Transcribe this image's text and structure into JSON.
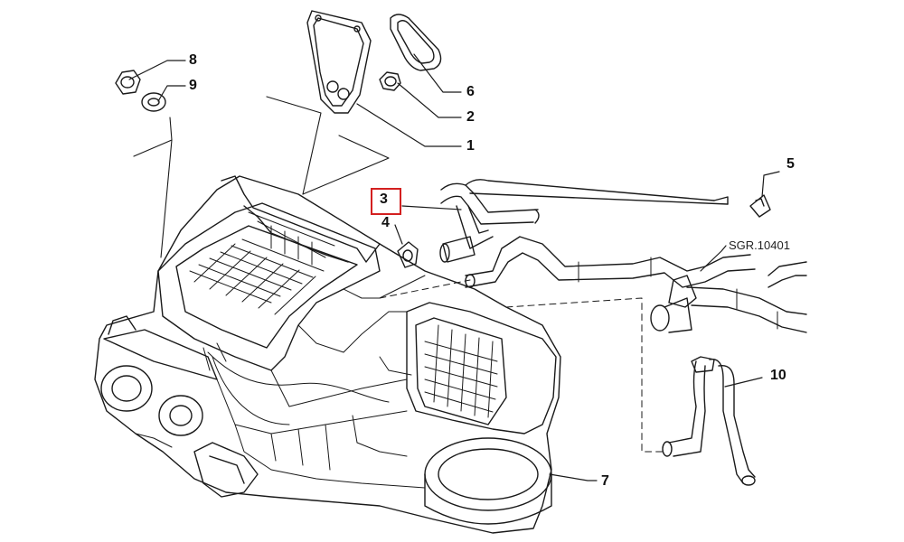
{
  "callouts": {
    "c1": "1",
    "c2": "2",
    "c3": "3",
    "c4": "4",
    "c5": "5",
    "c6": "6",
    "c7": "7",
    "c8": "8",
    "c9": "9",
    "c10": "10"
  },
  "reference": "SGR.10401",
  "highlight": {
    "callout": "3",
    "color": "#d32020"
  }
}
